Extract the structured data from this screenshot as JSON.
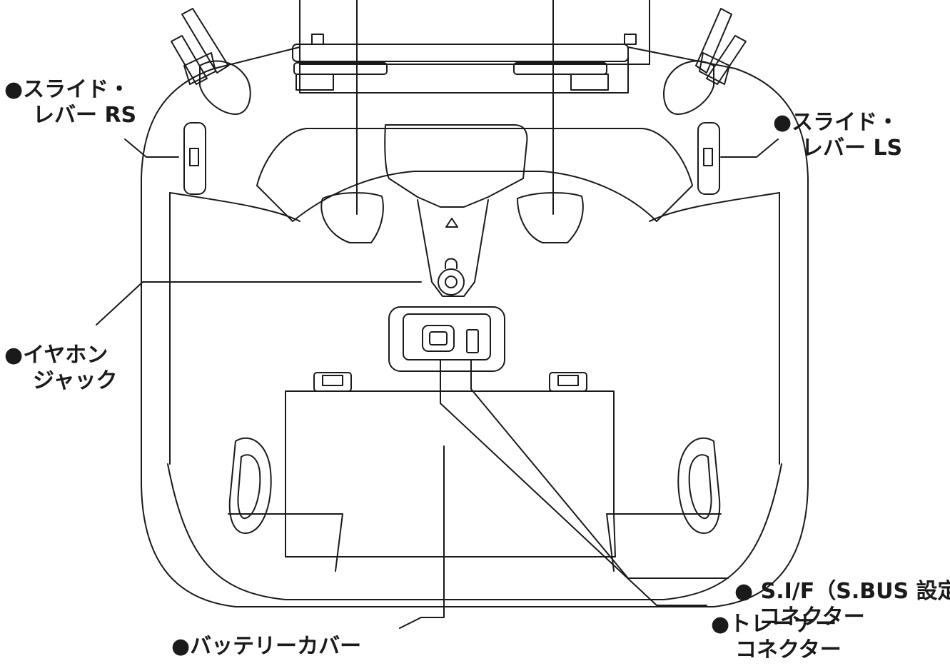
{
  "callouts": {
    "slide_rs": {
      "line1": "●スライド・",
      "line2": "レバー RS"
    },
    "slide_ls": {
      "line1": "●スライド・",
      "line2": "レバー LS"
    },
    "earphone": {
      "line1": "●イヤホン",
      "line2": "ジャック"
    },
    "sif": {
      "line1": "● S.I/F（S.BUS 設定）",
      "line2": "コネクター"
    },
    "trainer": {
      "line1": "●トレーナー",
      "line2": "コネクター"
    },
    "battery": {
      "line1": "●バッテリーカバー"
    }
  },
  "colors": {
    "stroke": "#1a1a1a",
    "text": "#1a1a1a",
    "background": "#ffffff"
  }
}
